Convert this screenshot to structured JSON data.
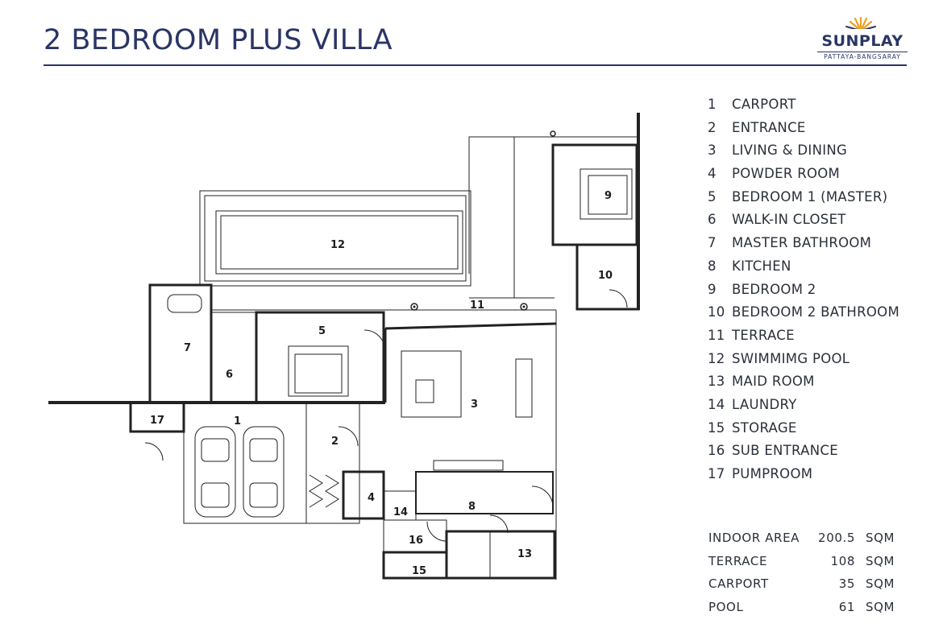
{
  "header": {
    "title": "2 BEDROOM PLUS VILLA",
    "brand": "SUNPLAY",
    "brand_sub": "PATTAYA-BANGSARAY"
  },
  "plan": {
    "room_labels": [
      "1",
      "2",
      "3",
      "4",
      "5",
      "6",
      "7",
      "8",
      "9",
      "10",
      "11",
      "12",
      "13",
      "14",
      "15",
      "16",
      "17"
    ]
  },
  "legend": [
    {
      "num": "1",
      "label": "CARPORT"
    },
    {
      "num": "2",
      "label": "ENTRANCE"
    },
    {
      "num": "3",
      "label": "LIVING & DINING"
    },
    {
      "num": "4",
      "label": "POWDER ROOM"
    },
    {
      "num": "5",
      "label": "BEDROOM 1 (MASTER)"
    },
    {
      "num": "6",
      "label": "WALK-IN CLOSET"
    },
    {
      "num": "7",
      "label": "MASTER BATHROOM"
    },
    {
      "num": "8",
      "label": "KITCHEN"
    },
    {
      "num": "9",
      "label": "BEDROOM 2"
    },
    {
      "num": "10",
      "label": "BEDROOM 2 BATHROOM"
    },
    {
      "num": "11",
      "label": "TERRACE"
    },
    {
      "num": "12",
      "label": "SWIMMIMG POOL"
    },
    {
      "num": "13",
      "label": "MAID ROOM"
    },
    {
      "num": "14",
      "label": "LAUNDRY"
    },
    {
      "num": "15",
      "label": "STORAGE"
    },
    {
      "num": "16",
      "label": "SUB ENTRANCE"
    },
    {
      "num": "17",
      "label": "PUMPROOM"
    }
  ],
  "areas": [
    {
      "name": "INDOOR AREA",
      "value": "200.5",
      "unit": "SQM"
    },
    {
      "name": "TERRACE",
      "value": "108",
      "unit": "SQM"
    },
    {
      "name": "CARPORT",
      "value": "35",
      "unit": "SQM"
    },
    {
      "name": "POOL",
      "value": "61",
      "unit": "SQM"
    }
  ]
}
